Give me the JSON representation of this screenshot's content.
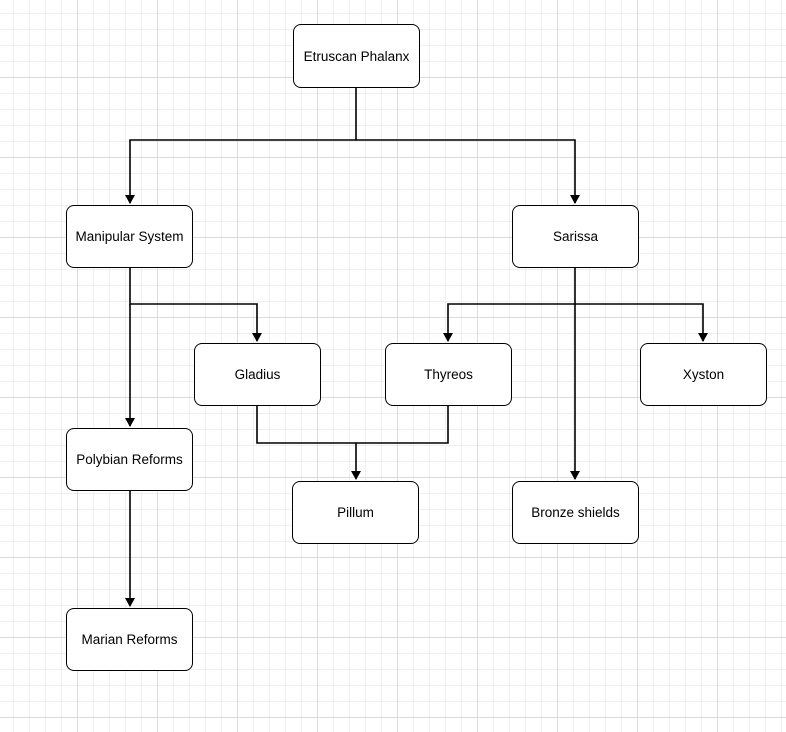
{
  "diagram": {
    "nodes": {
      "etruscan_phalanx": "Etruscan Phalanx",
      "manipular_system": "Manipular System",
      "sarissa": "Sarissa",
      "gladius": "Gladius",
      "thyreos": "Thyreos",
      "xyston": "Xyston",
      "polybian_reforms": "Polybian Reforms",
      "pillum": "Pillum",
      "bronze_shields": "Bronze shields",
      "marian_reforms": "Marian Reforms"
    },
    "edges": [
      {
        "from": "Etruscan Phalanx",
        "to": "Manipular System"
      },
      {
        "from": "Etruscan Phalanx",
        "to": "Sarissa"
      },
      {
        "from": "Manipular System",
        "to": "Gladius"
      },
      {
        "from": "Manipular System",
        "to": "Polybian Reforms"
      },
      {
        "from": "Sarissa",
        "to": "Thyreos"
      },
      {
        "from": "Sarissa",
        "to": "Xyston"
      },
      {
        "from": "Sarissa",
        "to": "Bronze shields"
      },
      {
        "from": "Gladius",
        "to": "Pillum"
      },
      {
        "from": "Thyreos",
        "to": "Pillum"
      },
      {
        "from": "Polybian Reforms",
        "to": "Marian Reforms"
      }
    ],
    "colors": {
      "line": "#000000",
      "node_fill": "#ffffff",
      "node_border": "#000000",
      "grid": "#dcdcdc"
    }
  }
}
